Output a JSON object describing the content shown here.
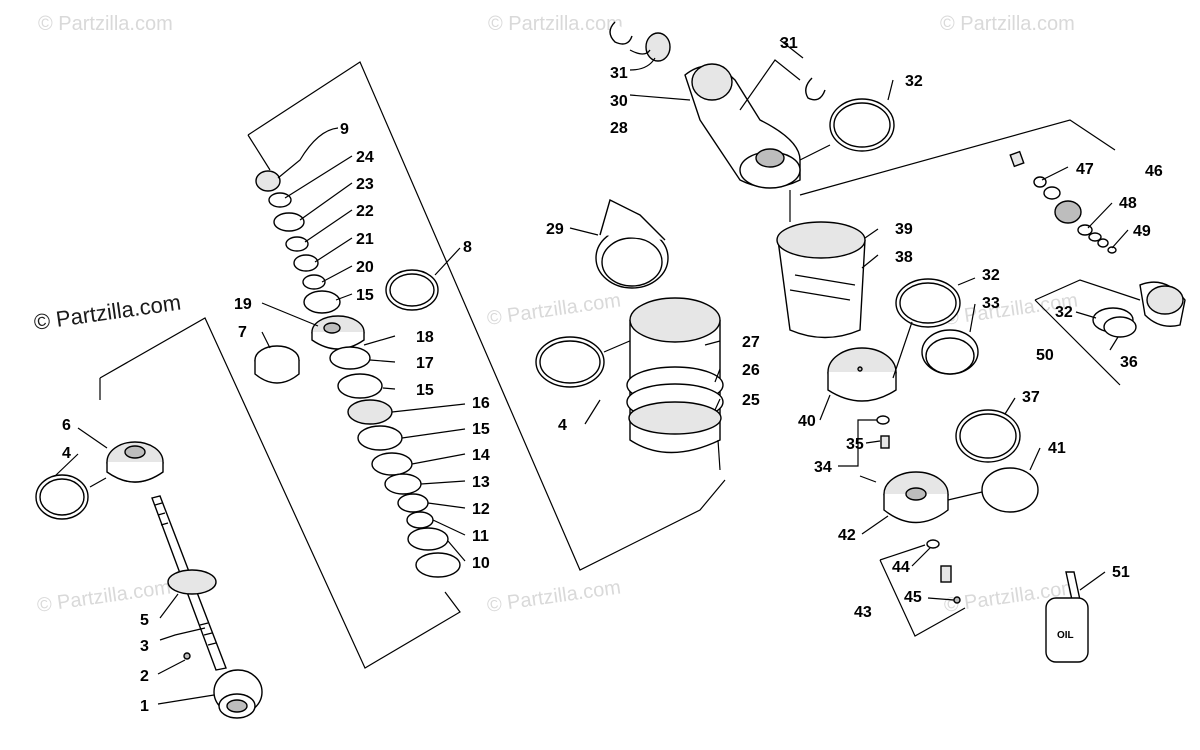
{
  "watermarks": {
    "repeated": "© Partzilla.com",
    "main": "© Partzilla.com"
  },
  "bottle_label": "OIL",
  "callouts": {
    "c1": "1",
    "c2": "2",
    "c3": "3",
    "c4a": "4",
    "c5": "5",
    "c6": "6",
    "c7": "7",
    "c8": "8",
    "c9": "9",
    "c10": "10",
    "c11": "11",
    "c12": "12",
    "c13": "13",
    "c14": "14",
    "c15a": "15",
    "c15b": "15",
    "c15c": "15",
    "c16": "16",
    "c17": "17",
    "c18": "18",
    "c19": "19",
    "c20": "20",
    "c21": "21",
    "c22": "22",
    "c23": "23",
    "c24": "24",
    "c25": "25",
    "c26": "26",
    "c27": "27",
    "c28": "28",
    "c29": "29",
    "c30": "30",
    "c31a": "31",
    "c31b": "31",
    "c4b": "4",
    "c32a": "32",
    "c32b": "32",
    "c32c": "32",
    "c33": "33",
    "c34": "34",
    "c35": "35",
    "c36": "36",
    "c37": "37",
    "c38": "38",
    "c39": "39",
    "c40": "40",
    "c41": "41",
    "c42": "42",
    "c43": "43",
    "c44": "44",
    "c45": "45",
    "c46": "46",
    "c47": "47",
    "c48": "48",
    "c49": "49",
    "c50": "50",
    "c51": "51"
  }
}
